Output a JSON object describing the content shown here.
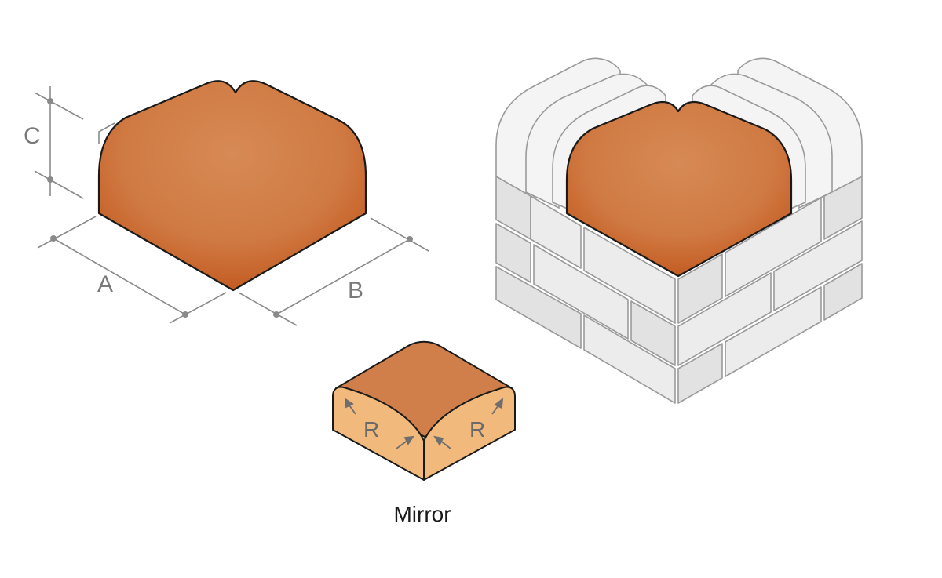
{
  "dimensions": {
    "a_label": "A",
    "b_label": "B",
    "c_label": "C"
  },
  "mirror_detail": {
    "radius_label_left": "R",
    "radius_label_right": "R",
    "caption": "Mirror"
  },
  "colors": {
    "terracotta_light": "#d4874f",
    "terracotta_dark": "#c0541a",
    "side_face": "#f0b97a",
    "outline": "#1a1a1a",
    "dimension_grey": "#8a8a8a",
    "brick_grey": "#ececec"
  }
}
